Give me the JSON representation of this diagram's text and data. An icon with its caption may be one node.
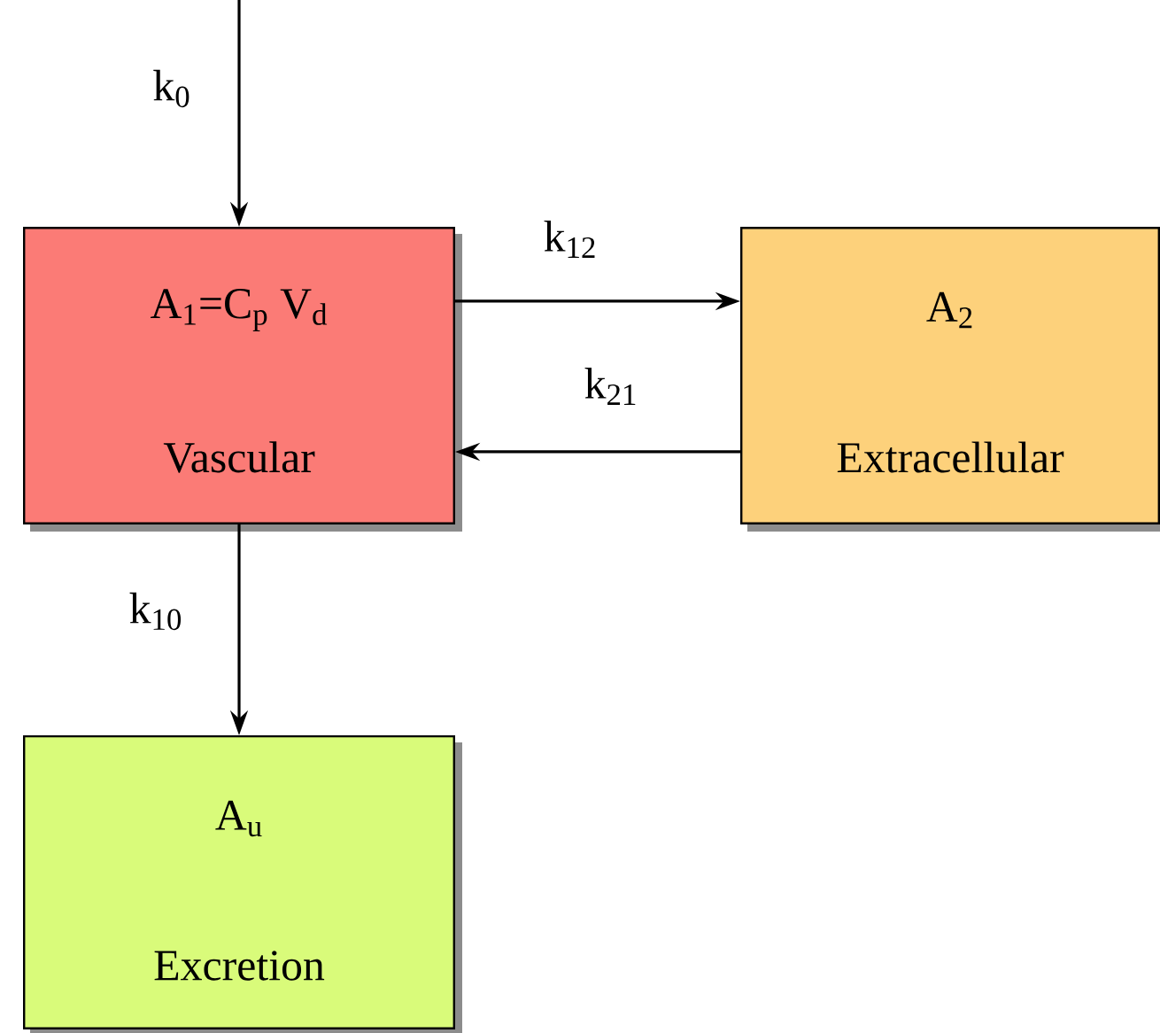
{
  "diagram": {
    "nodes": [
      {
        "text": [
          "A$_{1}$=C$_{p}$ V$_{d}$",
          "Vascular"
        ]
      },
      {
        "text": [
          "A$_{2}$",
          "Extracellular"
        ]
      },
      {
        "text": [
          "A$_{u}$",
          "Excretion"
        ]
      }
    ],
    "edges": [
      {
        "from": null,
        "to": 0,
        "arrow": "to",
        "label": "k$_{0}$"
      },
      {
        "from": 0,
        "to": 1,
        "arrow": "to",
        "label": "k$_{12}$"
      },
      {
        "from": 1,
        "to": 0,
        "arrow": "to",
        "label": "k$_{21}$"
      },
      {
        "from": 0,
        "to": 2,
        "arrow": "to",
        "label": "k$_{10}$"
      }
    ]
  }
}
